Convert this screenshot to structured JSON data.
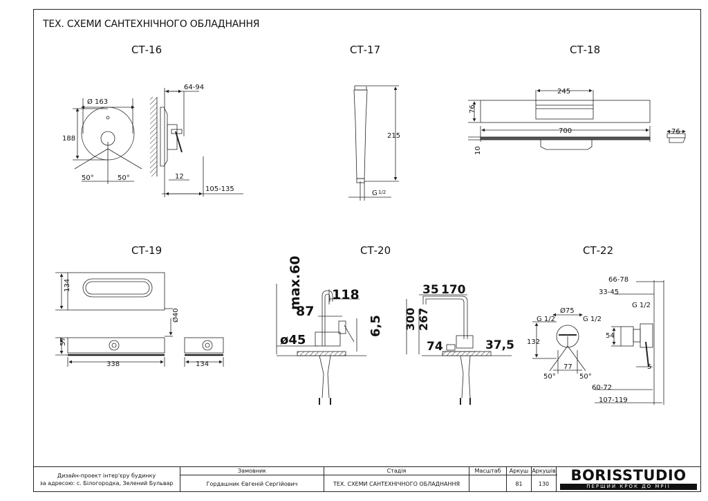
{
  "page_title": "ТЕХ. СХЕМИ САНТЕХНІЧНОГО ОБЛАДНАННЯ",
  "codes": {
    "ct16": "СТ-16",
    "ct17": "СТ-17",
    "ct18": "СТ-18",
    "ct19": "СТ-19",
    "ct20": "СТ-20",
    "ct22": "СТ-22"
  },
  "ct16": {
    "d1": "Ø 163",
    "d2": "188",
    "d3": "50°",
    "d4": "50°",
    "d5": "64-94",
    "d6": "12",
    "d7": "105-135"
  },
  "ct17": {
    "d1": "215",
    "d2": "G",
    "d3": "1/2"
  },
  "ct18": {
    "d1": "245",
    "d2": "76",
    "d3": "700",
    "d4": "10",
    "d5": "76"
  },
  "ct19": {
    "d1": "134",
    "d2": "Ø40",
    "d3": "57",
    "d4": "338",
    "d5": "134"
  },
  "ct20": {
    "d1": "max.60",
    "d2": "118",
    "d3": "87",
    "d4": "ø45",
    "d5": "6,5",
    "d6": "35",
    "d7": "170",
    "d8": "300",
    "d9": "267",
    "d10": "74",
    "d11": "37,5"
  },
  "ct22": {
    "d1": "66-78",
    "d2": "33-45",
    "d3": "Ø75",
    "d4": "G 1/2",
    "d5": "G 1/2",
    "d6": "G 1/2",
    "d7": "132",
    "d8": "54",
    "d9": "77",
    "d10": "50°",
    "d11": "50°",
    "d12": "5",
    "d13": "60-72",
    "d14": "107-119"
  },
  "title_block": {
    "project_line1": "Дизайн-проект інтер'єру будинку",
    "project_line2": "за адресою: с. Білогородка, Зелений Бульвар",
    "customer_label": "Замовник",
    "customer_value": "Гордашник Євгеній Сергійович",
    "stage_label": "Стадія",
    "stage_value": "ТЕХ. СХЕМИ САНТЕХНІЧНОГО ОБЛАДНАННЯ",
    "scale_label": "Масштаб",
    "sheet_label": "Аркуш",
    "sheet_value": "81",
    "sheets_label": "Аркушів",
    "sheets_value": "130",
    "studio_name": "BORISSTUDIO",
    "studio_slogan": "ПЕРШИЙ КРОК ДО МРІЇ"
  }
}
